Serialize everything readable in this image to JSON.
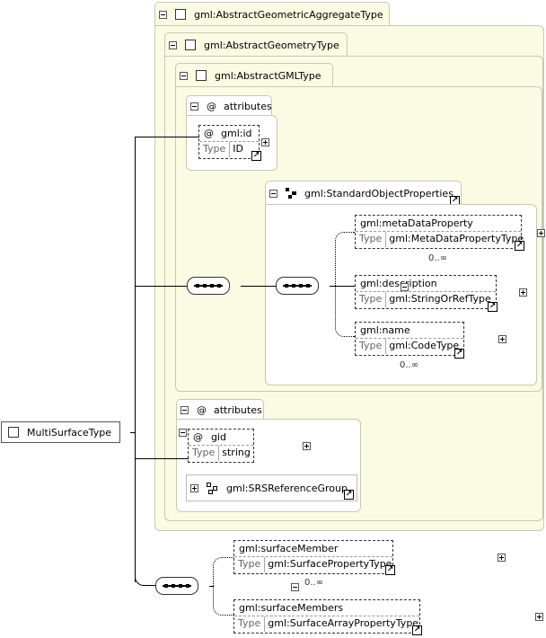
{
  "root": {
    "name": "MultiSurfaceType"
  },
  "agg": {
    "name": "gml:AbstractGeometricAggregateType"
  },
  "geom": {
    "name": "gml:AbstractGeometryType"
  },
  "gmlt": {
    "name": "gml:AbstractGMLType",
    "attributes_label": "attributes",
    "attr_id": {
      "name": "gml:id",
      "type_label": "Type",
      "type_value": "ID"
    },
    "group": {
      "name": "gml:StandardObjectProperties",
      "metadata": {
        "name": "gml:metaDataProperty",
        "type_label": "Type",
        "type_value": "gml:MetaDataPropertyType",
        "card": "0..∞"
      },
      "description": {
        "name": "gml:description",
        "type_label": "Type",
        "type_value": "gml:StringOrRefType"
      },
      "gname": {
        "name": "gml:name",
        "type_label": "Type",
        "type_value": "gml:CodeType",
        "card": "0..∞"
      }
    }
  },
  "geom_attrs": {
    "label": "attributes",
    "gid": {
      "name": "gid",
      "type_label": "Type",
      "type_value": "string"
    },
    "srs_group": "gml:SRSReferenceGroup"
  },
  "members": {
    "surface_member": {
      "name": "gml:surfaceMember",
      "type_label": "Type",
      "type_value": "gml:SurfacePropertyType",
      "card": "0..∞"
    },
    "surface_members": {
      "name": "gml:surfaceMembers",
      "type_label": "Type",
      "type_value": "gml:SurfaceArrayPropertyType"
    }
  },
  "symbols": {
    "attribute": "@",
    "jump_icon": "arrow-ne-icon"
  }
}
